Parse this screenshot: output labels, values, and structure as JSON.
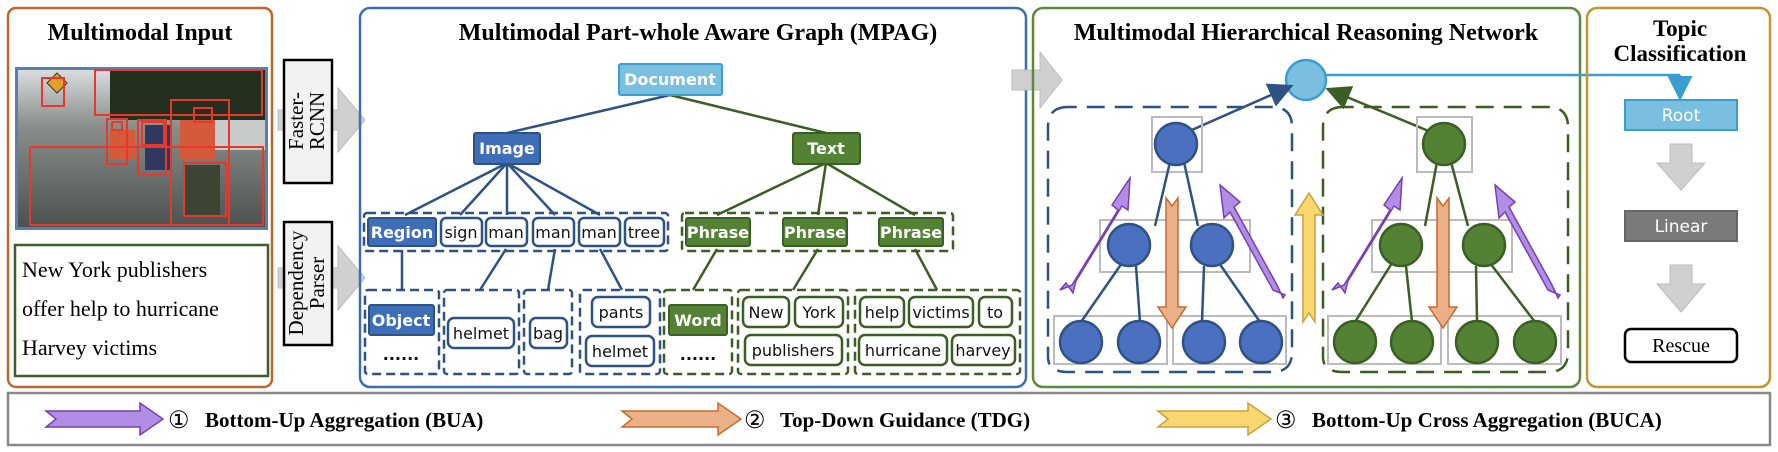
{
  "panels": {
    "input": {
      "title": "Multimodal Input",
      "sentence_lines": [
        "New  York  publishers",
        "offer help to hurricane",
        "Harvey victims"
      ]
    },
    "mpag": {
      "title": "Multimodal Part-whole Aware Graph (MPAG)"
    },
    "mhrn": {
      "title": "Multimodal Hierarchical Reasoning Network"
    },
    "topic": {
      "title_lines": [
        "Topic",
        "Classification"
      ]
    }
  },
  "extractors": {
    "faster_rcnn": [
      "Faster-",
      "RCNN"
    ],
    "dependency_parser": [
      "Dependency",
      "Parser"
    ]
  },
  "graph": {
    "root": "Document",
    "image_branch": {
      "label": "Image",
      "region_label": "Region",
      "regions": [
        "sign",
        "man",
        "man",
        "man",
        "tree"
      ],
      "object_label": "Object",
      "object_ellipsis": "......",
      "objects": {
        "man_1": [
          "helmet"
        ],
        "man_2": [
          "bag"
        ],
        "man_3": [
          "pants",
          "helmet"
        ]
      }
    },
    "text_branch": {
      "label": "Text",
      "phrases": [
        "Phrase",
        "Phrase",
        "Phrase"
      ],
      "word_label": "Word",
      "word_ellipsis": "......",
      "words": {
        "phrase_2": [
          "New",
          "York",
          "publishers"
        ],
        "phrase_3": [
          "help",
          "victims",
          "to",
          "hurricane",
          "harvey"
        ]
      }
    }
  },
  "classification": {
    "root": "Root",
    "linear": "Linear",
    "output": "Rescue"
  },
  "legend": [
    {
      "number": "①",
      "label": "Bottom-Up Aggregation (BUA)",
      "color": "#b18ee6"
    },
    {
      "number": "②",
      "label": "Top-Down Guidance (TDG)",
      "color": "#eab087"
    },
    {
      "number": "③",
      "label": "Bottom-Up Cross Aggregation (BUCA)",
      "color": "#fad66e"
    }
  ],
  "colors": {
    "image_blue": "#4472c4",
    "image_dark": "#2e5283",
    "text_green": "#548235",
    "text_dark": "#3b5e25",
    "document_light": "#7bbfe0",
    "bua_purple": "#b18ee6",
    "tdg_orange": "#eab087",
    "buca_yellow": "#fad66e"
  }
}
